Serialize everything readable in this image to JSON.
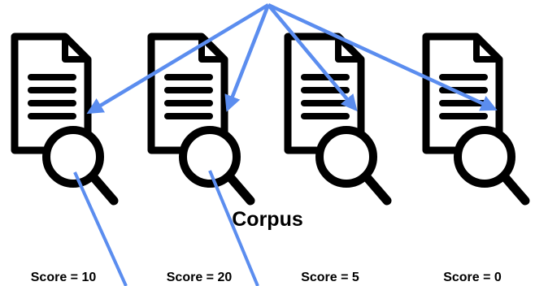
{
  "corpus_label": "Corpus",
  "documents": [
    {
      "score_label": "Score = 10"
    },
    {
      "score_label": "Score = 20"
    },
    {
      "score_label": "Score = 5"
    },
    {
      "score_label": "Score = 0"
    }
  ],
  "colors": {
    "arrow": "#5B8DEF",
    "icon": "#000000"
  },
  "icons": {
    "document": "document-icon",
    "search": "magnifier-icon"
  }
}
